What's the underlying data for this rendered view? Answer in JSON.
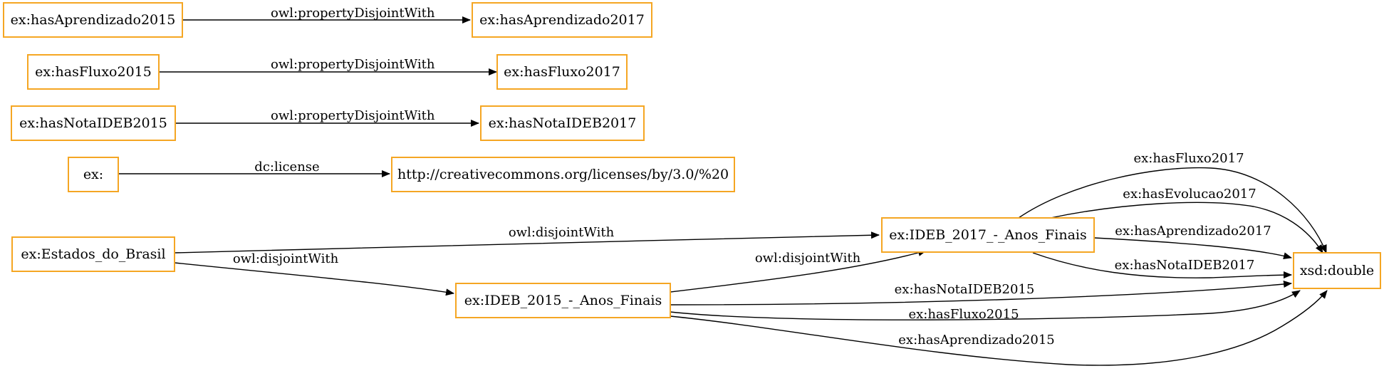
{
  "nodes": {
    "hasAprendizado2015": "ex:hasAprendizado2015",
    "hasAprendizado2017": "ex:hasAprendizado2017",
    "hasFluxo2015": "ex:hasFluxo2015",
    "hasFluxo2017": "ex:hasFluxo2017",
    "hasNotaIDEB2015": "ex:hasNotaIDEB2015",
    "hasNotaIDEB2017": "ex:hasNotaIDEB2017",
    "ex": "ex:",
    "license_url": "http://creativecommons.org/licenses/by/3.0/%20",
    "estados": "ex:Estados_do_Brasil",
    "ideb2017": "ex:IDEB_2017_-_Anos_Finais",
    "ideb2015": "ex:IDEB_2015_-_Anos_Finais",
    "xsd_double": "xsd:double"
  },
  "edges": {
    "aprendizado_disjoint": "owl:propertyDisjointWith",
    "fluxo_disjoint": "owl:propertyDisjointWith",
    "nota_disjoint": "owl:propertyDisjointWith",
    "license": "dc:license",
    "estados_2017": "owl:disjointWith",
    "estados_2015": "owl:disjointWith",
    "ideb2015_2017": "owl:disjointWith",
    "fluxo2017": "ex:hasFluxo2017",
    "evolucao2017": "ex:hasEvolucao2017",
    "aprendizado2017": "ex:hasAprendizado2017",
    "nota2017": "ex:hasNotaIDEB2017",
    "nota2015": "ex:hasNotaIDEB2015",
    "fluxo2015": "ex:hasFluxo2015",
    "aprendizado2015": "ex:hasAprendizado2015"
  },
  "colors": {
    "node_border": "#f5a623",
    "edge": "#000000"
  }
}
